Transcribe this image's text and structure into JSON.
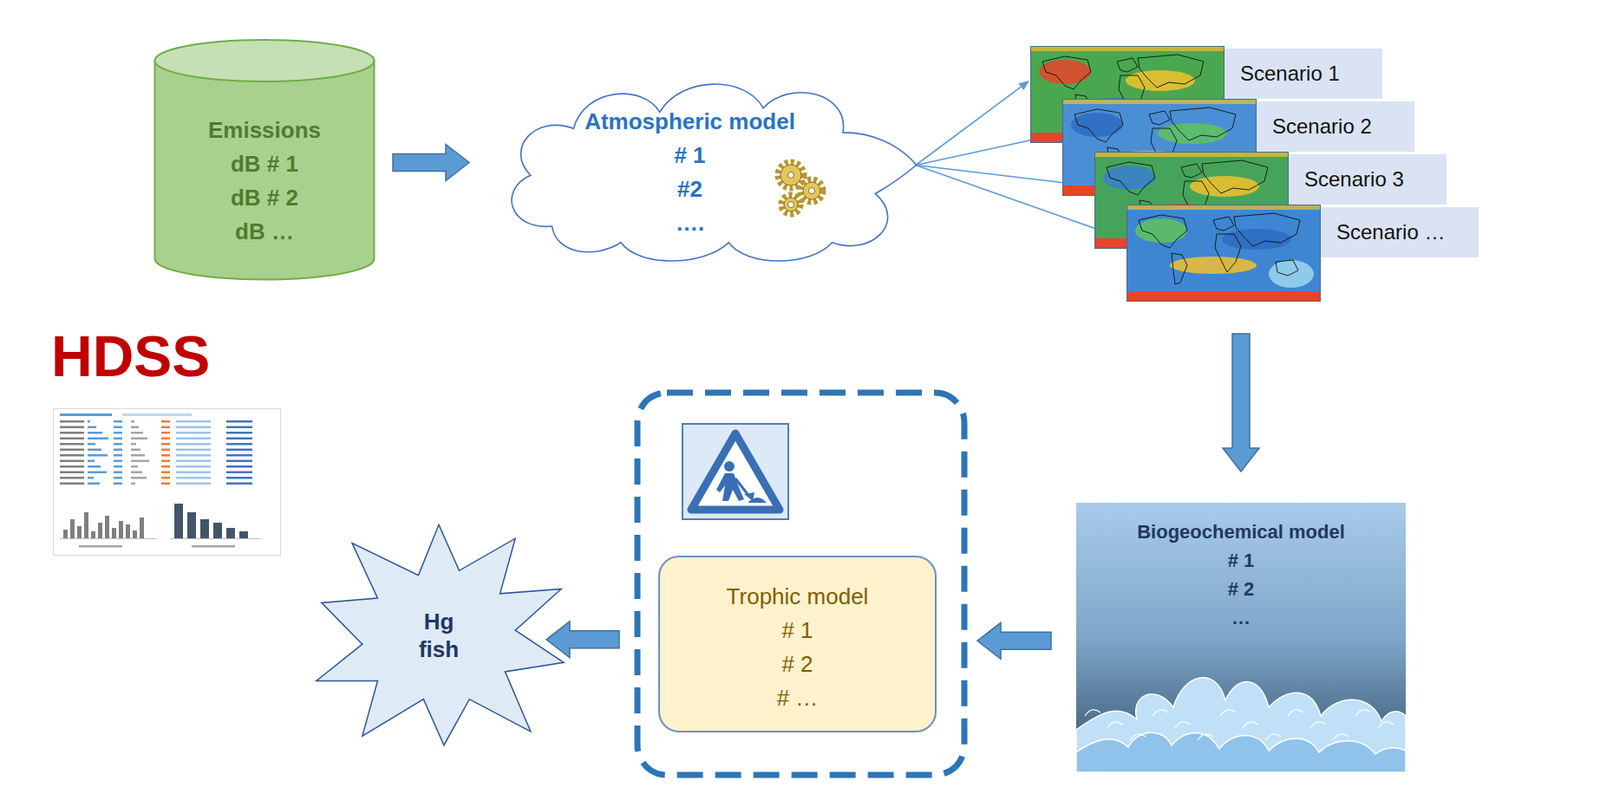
{
  "diagram": {
    "nodes": [
      {
        "text": [
          "HDSS"
        ]
      },
      {
        "text": [
          "Emissions",
          "dB # 1",
          "dB # 2",
          "dB …"
        ]
      },
      {
        "text": [
          "Atmospheric model",
          "# 1",
          "#2",
          "…."
        ]
      },
      {
        "text": [
          "Scenario 1"
        ],
        "in": 0
      },
      {
        "text": [
          "Scenario 2"
        ],
        "in": 0
      },
      {
        "text": [
          "Scenario 3"
        ],
        "in": 0
      },
      {
        "text": [
          "Scenario …"
        ],
        "in": 0
      },
      {
        "text": [
          "Biogeochemical model",
          "# 1",
          "# 2",
          "…"
        ],
        "in": 0
      },
      {
        "text": [
          "Trophic model",
          "# 1",
          "# 2",
          "# …"
        ],
        "in": 0
      },
      {
        "text": [
          "Hg fish"
        ],
        "in": 0
      }
    ],
    "edges": [
      {
        "from": 1,
        "to": 2,
        "arrow": "to"
      },
      {
        "from": 2,
        "to": 3,
        "arrow": "to"
      },
      {
        "from": 2,
        "to": 4,
        "arrow": "to"
      },
      {
        "from": 2,
        "to": 5,
        "arrow": "to"
      },
      {
        "from": 2,
        "to": 6,
        "arrow": "to"
      },
      {
        "from": 6,
        "to": 7,
        "arrow": "to"
      },
      {
        "from": 7,
        "to": 8,
        "arrow": "to"
      },
      {
        "from": 8,
        "to": 9,
        "arrow": "to"
      }
    ]
  }
}
